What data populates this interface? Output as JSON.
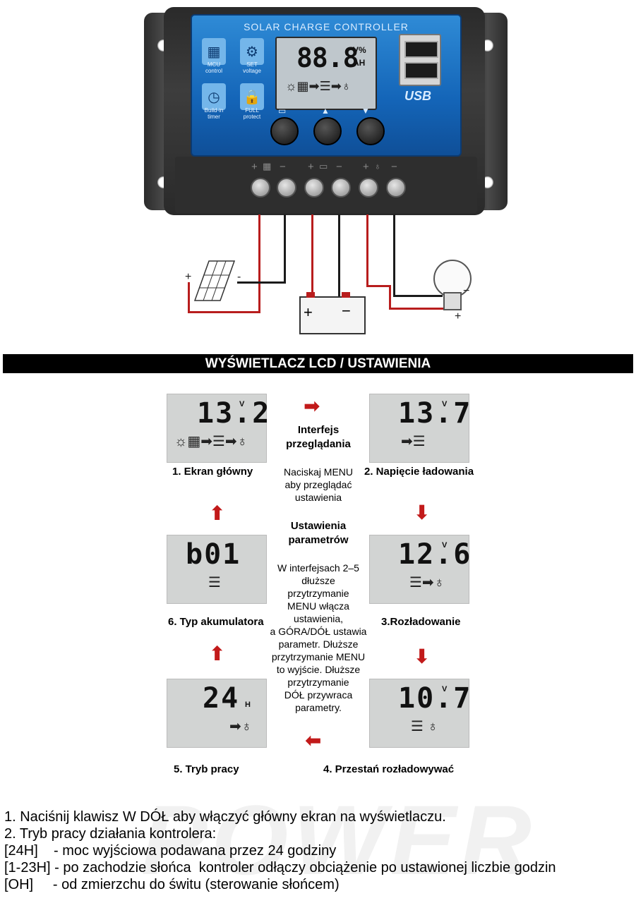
{
  "controller": {
    "title": "SOLAR CHARGE CONTROLLER",
    "lcd_digits": "88.8",
    "lcd_unit_top": "V%",
    "lcd_unit_bottom": "AH",
    "usb_label": "USB",
    "features": [
      {
        "icon": "chip-icon",
        "line1": "MCU",
        "line2": "control"
      },
      {
        "icon": "gear-icon",
        "line1": "SET",
        "line2": "voltage"
      },
      {
        "icon": "clock-icon",
        "line1": "Build-in",
        "line2": "timer"
      },
      {
        "icon": "lock-icon",
        "line1": "FULL",
        "line2": "protect"
      }
    ],
    "terminal_signs": [
      "+",
      "−",
      "+",
      "−",
      "+",
      "−"
    ]
  },
  "heading": "WYŚWIETLACZ LCD / USTAWIENIA",
  "screens": {
    "main": {
      "value": "13.2",
      "unit": "V",
      "caption": "1. Ekran główny"
    },
    "charge": {
      "value": "13.7",
      "unit": "V",
      "caption": "2. Napięcie ładowania"
    },
    "discharge": {
      "value": "12.6",
      "unit": "V",
      "caption": "3.Rozładowanie"
    },
    "stop": {
      "value": "10.7",
      "unit": "V",
      "caption": "4. Przestań rozładowywać"
    },
    "mode": {
      "value": "24",
      "unit": "H",
      "caption": "5. Tryb pracy"
    },
    "battery": {
      "value": "b01",
      "unit": "",
      "caption": "6. Typ akumulatora"
    }
  },
  "center": {
    "browse_title": [
      "Interfejs",
      "przeglądania"
    ],
    "browse_text": [
      "Naciskaj MENU",
      "aby przeglądać",
      "ustawienia"
    ],
    "settings_title": [
      "Ustawienia",
      "parametrów"
    ],
    "settings_text": [
      "W interfejsach 2–5",
      "dłuższe",
      "przytrzymanie",
      "MENU włącza",
      "ustawienia,",
      "a GÓRA/DÓŁ ustawia",
      "parametr. Dłuższe",
      "przytrzymanie MENU",
      "to wyjście. Dłuższe",
      "przytrzymanie",
      "DÓŁ przywraca",
      "parametry."
    ]
  },
  "watermark": "POWER",
  "notes": [
    "1. Naciśnij klawisz W DÓŁ aby włączyć główny ekran na wyświetlaczu.",
    "2. Tryb pracy działania kontrolera:",
    "[24H]    - moc wyjściowa podawana przez 24 godziny",
    "[1-23H] - po zachodzie słońca  kontroler odłączy obciążenie po ustawionej liczbie godzin",
    "[OH]     - od zmierzchu do świtu (sterowanie słońcem)"
  ],
  "colors": {
    "faceplate": "#1465b8",
    "arrow": "#c21a1a",
    "lcd": "#d2d4d3",
    "heading_bg": "#000000"
  }
}
